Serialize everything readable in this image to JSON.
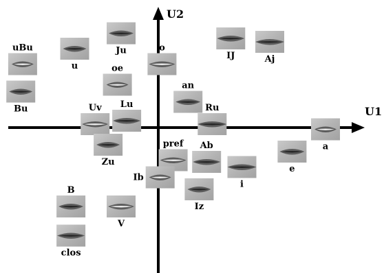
{
  "axes": {
    "x_label": "U1",
    "y_label": "U2"
  },
  "mouths": [
    {
      "label": "uBu",
      "u1": -7.3,
      "u2": 3.7,
      "label_pos": "above"
    },
    {
      "label": "u",
      "u1": -4.5,
      "u2": 4.6,
      "label_pos": "below"
    },
    {
      "label": "Ju",
      "u1": -2.0,
      "u2": 5.5,
      "label_pos": "below"
    },
    {
      "label": "o",
      "u1": 0.2,
      "u2": 3.7,
      "label_pos": "above"
    },
    {
      "label": "IJ",
      "u1": 3.9,
      "u2": 5.2,
      "label_pos": "below"
    },
    {
      "label": "Aj",
      "u1": 6.0,
      "u2": 5.0,
      "label_pos": "below"
    },
    {
      "label": "oe",
      "u1": -2.2,
      "u2": 2.5,
      "label_pos": "above"
    },
    {
      "label": "Bu",
      "u1": -7.4,
      "u2": 2.1,
      "label_pos": "below"
    },
    {
      "label": "an",
      "u1": 1.6,
      "u2": 1.5,
      "label_pos": "above"
    },
    {
      "label": "Uv",
      "u1": -3.4,
      "u2": 0.2,
      "label_pos": "above"
    },
    {
      "label": "Lu",
      "u1": -1.7,
      "u2": 0.4,
      "label_pos": "above"
    },
    {
      "label": "Ru",
      "u1": 2.9,
      "u2": 0.2,
      "label_pos": "above"
    },
    {
      "label": "a",
      "u1": 9.0,
      "u2": -0.1,
      "label_pos": "below"
    },
    {
      "label": "Zu",
      "u1": -2.7,
      "u2": -1.0,
      "label_pos": "below"
    },
    {
      "label": "e",
      "u1": 7.2,
      "u2": -1.4,
      "label_pos": "below"
    },
    {
      "label": "pref",
      "u1": 0.8,
      "u2": -1.9,
      "label_pos": "above"
    },
    {
      "label": "Ab",
      "u1": 2.6,
      "u2": -2.0,
      "label_pos": "above"
    },
    {
      "label": "i",
      "u1": 4.5,
      "u2": -2.3,
      "label_pos": "below"
    },
    {
      "label": "Ib",
      "u1": 0.1,
      "u2": -2.9,
      "label_pos": "left"
    },
    {
      "label": "Iz",
      "u1": 2.2,
      "u2": -3.6,
      "label_pos": "below"
    },
    {
      "label": "B",
      "u1": -4.7,
      "u2": -4.6,
      "label_pos": "above"
    },
    {
      "label": "V",
      "u1": -2.0,
      "u2": -4.6,
      "label_pos": "below"
    },
    {
      "label": "clos",
      "u1": -4.7,
      "u2": -6.3,
      "label_pos": "below"
    }
  ]
}
